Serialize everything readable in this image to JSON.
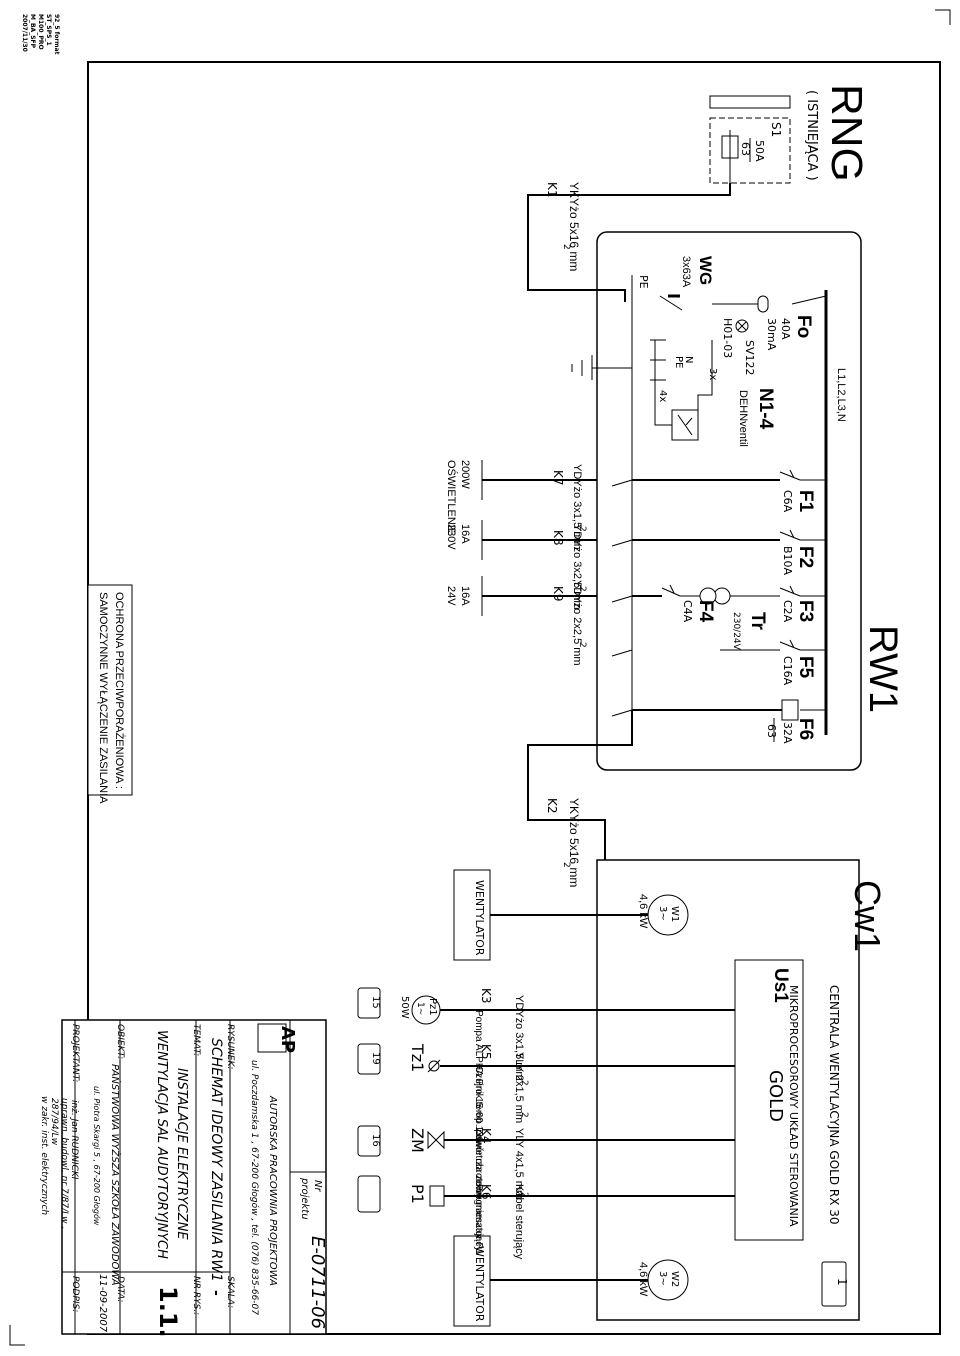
{
  "plot_id": [
    "92_5 format",
    "ST_SPS_1",
    "M100_PRO",
    "M_BA_SFP",
    "2007/11/30"
  ],
  "rng": {
    "title": "RNG",
    "subtitle": "( ISTNIEJĄCA )",
    "switch": "S1",
    "fuse_rating": "50A",
    "fuse_size": "63",
    "feeder": "K1",
    "feeder_cable": "YKYżo 5x16 mm",
    "feeder_cable_sup": "2"
  },
  "rw1": {
    "title": "RW1",
    "busbar": "L1,L2,L3,N",
    "fo": {
      "label": "Fo",
      "rating": "40A",
      "sensitivity": "30mA"
    },
    "wg": {
      "label": "WG",
      "rating": "3x63A"
    },
    "lamp": {
      "type": "SV122",
      "cable": "H01-03"
    },
    "n14": {
      "label": "N1-4",
      "spd": "DEHNventil",
      "count": "3x",
      "count2": "4x",
      "n_label": "N",
      "pe_label": "PE"
    },
    "pe_label": "PE",
    "breakers": [
      {
        "label": "F1",
        "rating": "C6A"
      },
      {
        "label": "F2",
        "rating": "B10A"
      },
      {
        "label": "F3",
        "rating": "C2A"
      },
      {
        "label": "F4",
        "rating": "C4A"
      },
      {
        "label": "F5",
        "rating": "C16A"
      },
      {
        "label": "F6",
        "rating": "32A",
        "size": "63"
      }
    ],
    "transformer": {
      "label": "Tr",
      "ratio": "230/24V"
    },
    "circuits": [
      {
        "id": "K7",
        "cable": "YDYżo 3x1,5 mm",
        "sup": "2",
        "load1": "200W",
        "load2": "OŚWIETLENIE"
      },
      {
        "id": "K8",
        "cable": "YDYżo 3x2,5 mm",
        "sup": "2",
        "load1": "16A",
        "load2": "230V"
      },
      {
        "id": "K9",
        "cable": "YDYżo 2x2,5 mm",
        "sup": "2",
        "load1": "16A",
        "load2": "24V"
      }
    ],
    "k2": {
      "id": "K2",
      "cable": "YKYżo 5x16 mm",
      "sup": "2"
    }
  },
  "protection_note": {
    "line1": "OCHRONA PRZECIWPORAŻENIOWA :",
    "line2": "SAMOCZYNNE WYŁĄCZENIE ZASILANIA"
  },
  "cw1": {
    "title": "Cw1",
    "central": "CENTRALA WENTYLACYJNA GOLD RX 30",
    "badge": "1",
    "fans": [
      {
        "id": "W1",
        "phase": "3~",
        "power": "4,6 kW",
        "label": "WENTYLATOR"
      },
      {
        "id": "W2",
        "phase": "3~",
        "power": "4,6 kW",
        "label": "WENTYLATOR"
      }
    ],
    "controller": {
      "id": "Us1",
      "line1": "MIKROPROCESOROWY UKŁAD STEROWANIA",
      "line2": "GOLD"
    },
    "devices": [
      {
        "cable_id": "K3",
        "cable": "YDYżo 3x1,5 mm",
        "sup": "2",
        "desc": "Pompa ALPHA Pro 15-60 130",
        "symbol": "Pz1",
        "sym_sub": "1~",
        "power": "50W",
        "term": "15"
      },
      {
        "cable_id": "K5",
        "cable": "YLY 2x1,5 mm",
        "sup": "2",
        "desc": "Czujnik temp. powietrza zewn.",
        "symbol": "Tz1",
        "term": "19"
      },
      {
        "cable_id": "K4",
        "cable": "YLY 4x1,5 mm",
        "sup": "2",
        "desc": "Zawór obrotowy mieszający",
        "symbol": "ZM",
        "term": "16"
      },
      {
        "cable_id": "K6",
        "cable": "Kabel sterujący",
        "sup": "",
        "desc": "Programator P1",
        "symbol": "P1",
        "term": ""
      }
    ]
  },
  "titleblock": {
    "nr_label": "Nr",
    "projektu_label": "projektu",
    "project_no": "E-0711-06",
    "office_name": "AUTORSKA PRACOWNIA PROJEKTOWA",
    "office_addr": "ul. Poczdamska 1 , 67-200 Głogów , tel. (076) 835-66-07",
    "rysunek_label": "RYSUNEK:",
    "rysunek": "SCHEMAT IDEOWY ZASILANIA RW1",
    "skala_label": "SKALA:",
    "skala": "-",
    "temat_label": "TEMAT:",
    "temat1": "INSTALACJE ELEKTRYCZNE",
    "temat2": "WENTYLACJA SAL AUDYTORYJNYCH",
    "nr_rys_label": "NR RYS.:",
    "nr_rys": "1.1.",
    "obiekt_label": "OBIEKT:",
    "obiekt1": "PAŃSTWOWA WYŻSZA SZKOŁA ZAWODOWA",
    "obiekt2": "ul. Piotra Skargi 5 , 67-200 Głogów",
    "data_label": "DATA:",
    "data": "11-09-2007",
    "projektant_label": "PROJEKTANT:",
    "projektant1": "inż. Jan RUDNICKI",
    "projektant2": "uprawn. budowl. nr 7/87/Lw ,",
    "projektant3": "287/94/Lw",
    "projektant4": "w zakr. inst. elektrycznych",
    "podpis_label": "PODPIS:",
    "logo": "AP"
  }
}
